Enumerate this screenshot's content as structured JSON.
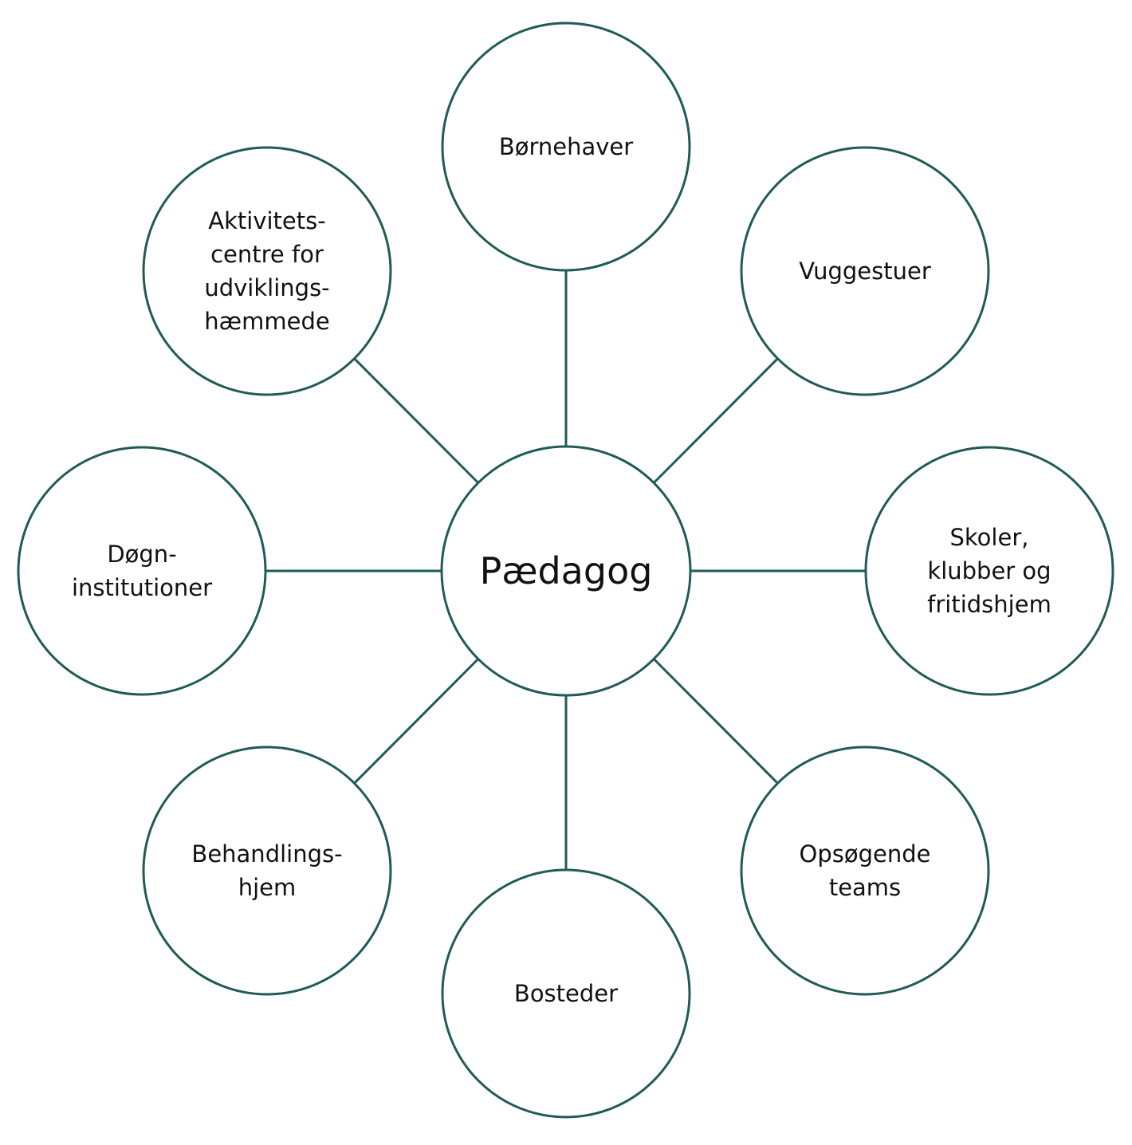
{
  "diagram": {
    "stroke_color": "#1f5b57",
    "center": {
      "label": "Pædagog"
    },
    "nodes": [
      {
        "id": "boernehaver",
        "lines": [
          "Børnehaver"
        ]
      },
      {
        "id": "vuggestuer",
        "lines": [
          "Vuggestuer"
        ]
      },
      {
        "id": "skoler",
        "lines": [
          "Skoler,",
          "klubber og",
          "fritidshjem"
        ]
      },
      {
        "id": "opsoegende",
        "lines": [
          "Opsøgende",
          "teams"
        ]
      },
      {
        "id": "bosteder",
        "lines": [
          "Bosteder"
        ]
      },
      {
        "id": "behandlingshjem",
        "lines": [
          "Behandlings-",
          "hjem"
        ]
      },
      {
        "id": "doegninstitutioner",
        "lines": [
          "Døgn-",
          "institutioner"
        ]
      },
      {
        "id": "aktivitetscentre",
        "lines": [
          "Aktivitets-",
          "centre for",
          "udviklings-",
          "hæmmede"
        ]
      }
    ]
  }
}
